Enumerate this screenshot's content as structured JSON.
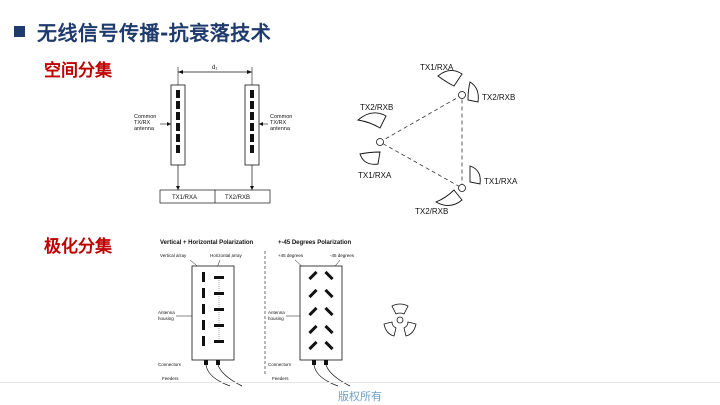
{
  "slide": {
    "title": "无线信号传播-抗衰落技术",
    "section_space": "空间分集",
    "section_polar": "极化分集",
    "footer": "版权所有"
  },
  "space_diagram": {
    "distance_label": "d₁",
    "left_antenna_label": [
      "Common",
      "TX/RX",
      "antenna"
    ],
    "right_antenna_label": [
      "Common",
      "TX/RX",
      "antenna"
    ],
    "port_left": "TX1/RXA",
    "port_right": "TX2/RXB"
  },
  "triangle_diagram": {
    "top_label": "TX1/RXA",
    "top_left_label": "TX2/RXB",
    "top_right_label": "TX2/RXB",
    "left_label": "TX1/RXA",
    "bottom_right_label": "TX1/RXA",
    "bottom_label": "TX2/RXB"
  },
  "polar_diagram": {
    "title_left": "Vertical + Horizontal Polarization",
    "title_right": "+-45 Degrees Polarization",
    "vertical_array": "Vertical array",
    "horizontal_array": "Horizontal array",
    "plus45": "+45 degrees",
    "minus45": "-45 degrees",
    "antenna_housing_left": [
      "Antenna",
      "housing"
    ],
    "antenna_housing_right": [
      "Antenna",
      "housing"
    ],
    "connectors_left": "Connectors",
    "connectors_right": "Connectors",
    "feeders_left": "Feeders",
    "feeders_right": "Feeders"
  }
}
